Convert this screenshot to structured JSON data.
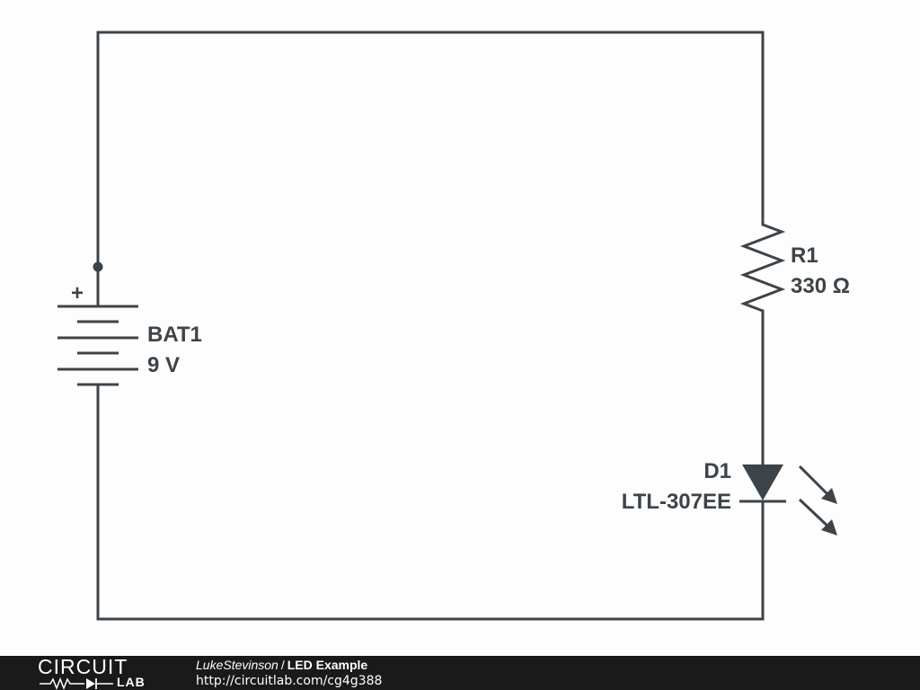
{
  "schematic": {
    "battery": {
      "designator": "BAT1",
      "value": "9 V",
      "polarity_symbol": "+"
    },
    "resistor": {
      "designator": "R1",
      "value": "330 Ω"
    },
    "led": {
      "designator": "D1",
      "part": "LTL-307EE"
    },
    "wire_color": "#3d4449"
  },
  "footer": {
    "logo_top": "CIRCUIT",
    "logo_bottom": "LAB",
    "author": "LukeStevinson",
    "separator": "/",
    "title": "LED Example",
    "url": "http://circuitlab.com/cg4g388",
    "background_color": "#1a1a1a"
  }
}
